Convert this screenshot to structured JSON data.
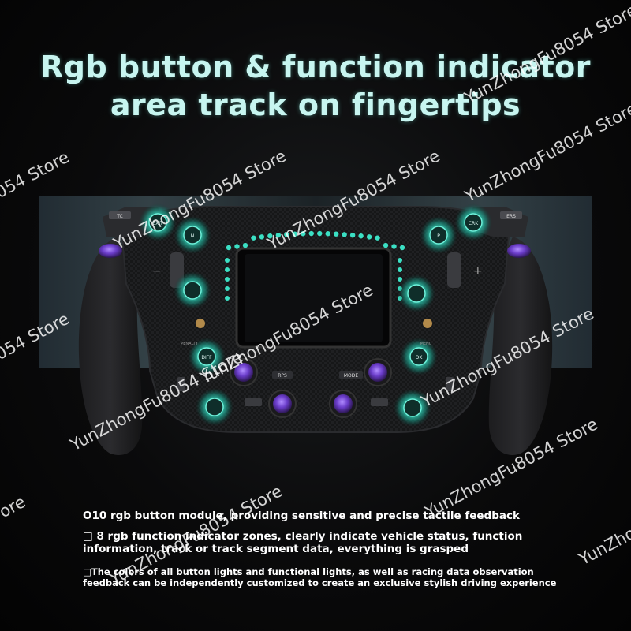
{
  "headline": {
    "line1": "Rgb button & function indicator",
    "line2": "area track on fingertips"
  },
  "wheel_labels": {
    "tc": "TC",
    "exit": "EXIT",
    "n": "N",
    "ers": "ERS",
    "crk": "CRK",
    "p": "P",
    "diff": "DIFF",
    "ok": "OK",
    "mode": "MODE",
    "rps": "RPS",
    "menu": "MENU",
    "penalty": "PENALTY"
  },
  "captions": {
    "line1": "O10 rgb button module, providing sensitive and precise tactile feedback",
    "line2": "□ 8 rgb function indicator zones, clearly indicate vehicle status, function information, track or track segment data, everything is grasped",
    "line3": "□The colors of all button lights and functional lights, as well as racing data observation feedback can be independently customized to create an exclusive stylish driving experience"
  },
  "watermark": {
    "text": "YunZhongFu8054 Store",
    "fragment_left": "054 Store",
    "fragment_left2": "ore",
    "fragment_right": "YunZho"
  },
  "colors": {
    "glow": "#3be0c4",
    "knob": "#6a3cc9",
    "headline": "#c7f5f0",
    "background": "#050505"
  }
}
